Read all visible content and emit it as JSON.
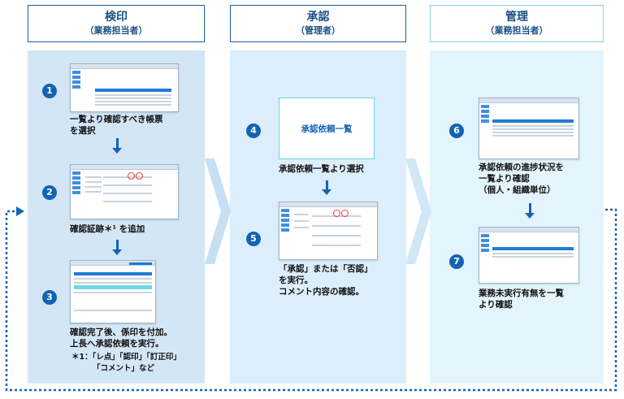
{
  "headers": [
    {
      "title": "検印",
      "subtitle": "（業務担当者）"
    },
    {
      "title": "承認",
      "subtitle": "（管理者）"
    },
    {
      "title": "管理",
      "subtitle": "（業務担当者）"
    }
  ],
  "steps": [
    {
      "num": "1",
      "lines": [
        "一覧より確認すべき帳票",
        "を選択"
      ]
    },
    {
      "num": "2",
      "lines": [
        "確認証跡＊¹ を追加"
      ]
    },
    {
      "num": "3",
      "lines": [
        "確認完了後、係印を付加。",
        "上長へ承認依頼を実行。"
      ]
    },
    {
      "num": "4",
      "lines": [
        "承認依頼一覧より選択"
      ]
    },
    {
      "num": "5",
      "lines": [
        "「承認」または「否認」",
        "を実行。",
        "コメント内容の確認。"
      ]
    },
    {
      "num": "6",
      "lines": [
        "承認依頼の進捗状況を",
        "一覧より確認",
        "（個人・組織単位）"
      ]
    },
    {
      "num": "7",
      "lines": [
        "業務未実行有無を一覧",
        "より確認"
      ]
    }
  ],
  "footnote": [
    "＊1：「レ点」「認印」「訂正印」",
    "「コメント」など"
  ],
  "approval_list_label": "承認依頼一覧",
  "colors": {
    "primary": "#1563b3",
    "header_border": "#1f5f9e",
    "col1_bg": "#d3e6f6",
    "col2_bg": "#dceefb",
    "col3_bg": "#e4f4fc",
    "header3_border": "#7fd3e8"
  }
}
